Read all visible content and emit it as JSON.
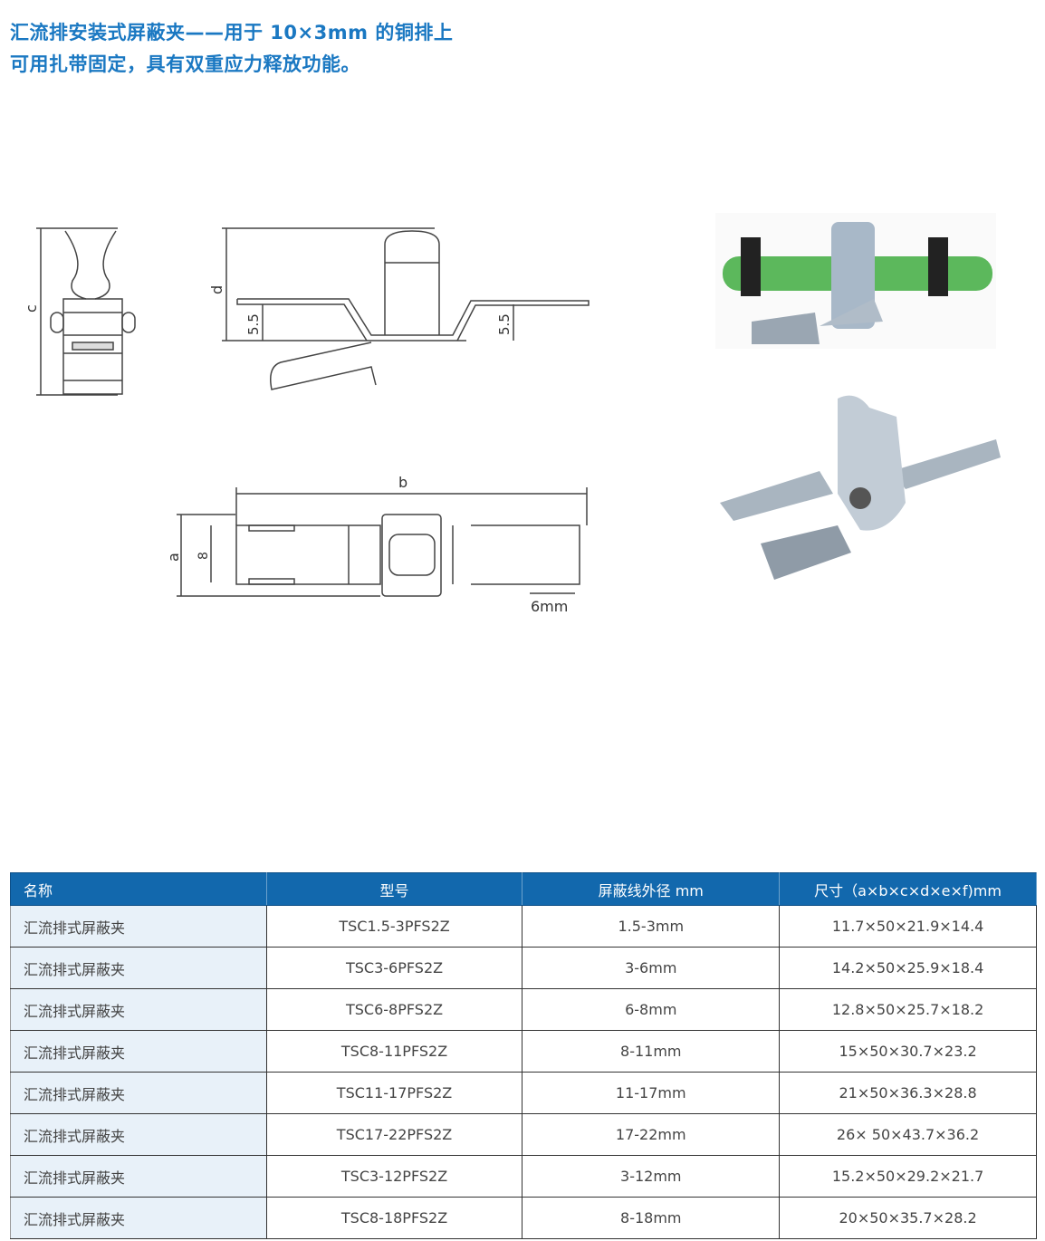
{
  "title": {
    "line1": "汇流排安装式屏蔽夹——用于 10×3mm 的铜排上",
    "line2": "可用扎带固定，具有双重应力释放功能。"
  },
  "drawing_labels": {
    "c": "c",
    "d": "d",
    "h1": "5.5",
    "h2": "5.5",
    "b": "b",
    "a": "a",
    "e": "8",
    "f": "6mm"
  },
  "table": {
    "headers": [
      "名称",
      "型号",
      "屏蔽线外径 mm",
      "尺寸（a×b×c×d×e×f)mm"
    ],
    "rows": [
      [
        "汇流排式屏蔽夹",
        "TSC1.5-3PFS2Z",
        "1.5-3mm",
        "11.7×50×21.9×14.4"
      ],
      [
        "汇流排式屏蔽夹",
        "TSC3-6PFS2Z",
        "3-6mm",
        "14.2×50×25.9×18.4"
      ],
      [
        "汇流排式屏蔽夹",
        "TSC6-8PFS2Z",
        "6-8mm",
        "12.8×50×25.7×18.2"
      ],
      [
        "汇流排式屏蔽夹",
        "TSC8-11PFS2Z",
        "8-11mm",
        "15×50×30.7×23.2"
      ],
      [
        "汇流排式屏蔽夹",
        "TSC11-17PFS2Z",
        "11-17mm",
        "21×50×36.3×28.8"
      ],
      [
        "汇流排式屏蔽夹",
        "TSC17-22PFS2Z",
        "17-22mm",
        "26× 50×43.7×36.2"
      ],
      [
        "汇流排式屏蔽夹",
        "TSC3-12PFS2Z",
        "3-12mm",
        "15.2×50×29.2×21.7"
      ],
      [
        "汇流排式屏蔽夹",
        "TSC8-18PFS2Z",
        "8-18mm",
        "20×50×35.7×28.2"
      ]
    ]
  }
}
